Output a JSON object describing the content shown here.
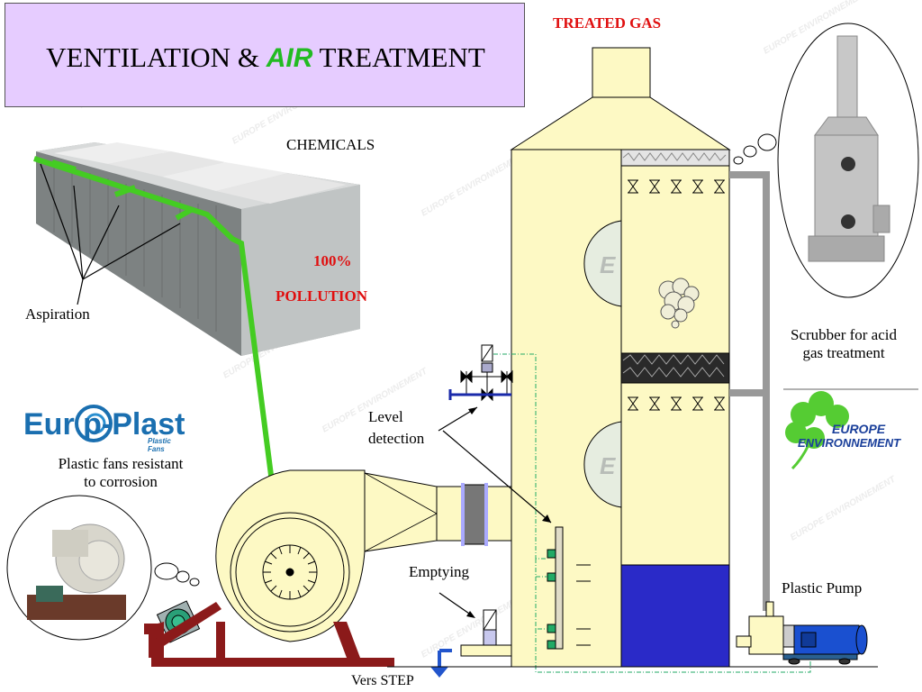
{
  "title": {
    "prefix": "VENTILATION & ",
    "highlight": "AIR",
    "suffix": " TREATMENT"
  },
  "labels": {
    "treated_gas": "TREATED GAS",
    "chemicals": "CHEMICALS",
    "pollution_percent": "100%",
    "pollution": "POLLUTION",
    "aspiration": "Aspiration",
    "scrubber_line1": "Scrubber for acid",
    "scrubber_line2": "gas treatment",
    "level_line1": "Level",
    "level_line2": "detection",
    "plastic_fans_line1": "Plastic fans resistant",
    "plastic_fans_line2": "to corrosion",
    "emptying": "Emptying",
    "plastic_pump": "Plastic Pump",
    "vers_step": "Vers STEP"
  },
  "logos": {
    "europlast_main": "Eur  p-Plast",
    "europlast_sub": "Plastic Fans",
    "europe": "EUROPE",
    "environnement": "ENVIRONNEMENT"
  },
  "colors": {
    "title_bg": "#e6ccff",
    "airflow_arrow": "#44cc22",
    "scrubber_fill": "#fdf9c4",
    "liquid": "#2a2ac8",
    "pipe": "#999999",
    "drain": "#2255cc",
    "frame": "#8b1a1a",
    "pump": "#1a50d0",
    "label_red": "#e01010"
  }
}
